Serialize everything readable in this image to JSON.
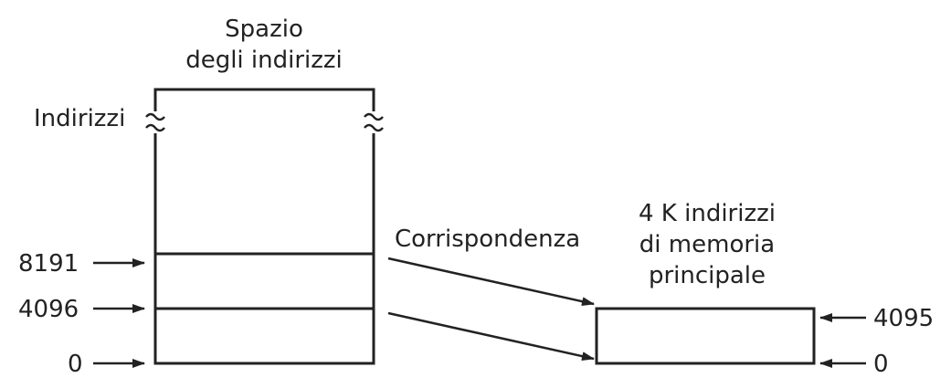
{
  "address_space": {
    "title_line1": "Spazio",
    "title_line2": "degli indirizzi",
    "side_label": "Indirizzi",
    "marks": [
      {
        "label": "8191"
      },
      {
        "label": "4096"
      },
      {
        "label": "0"
      }
    ]
  },
  "mapping": {
    "label": "Corrispondenza"
  },
  "main_memory": {
    "title_line1": "4 K indirizzi",
    "title_line2": "di memoria",
    "title_line3": "principale",
    "marks": [
      {
        "label": "4095"
      },
      {
        "label": "0"
      }
    ]
  }
}
